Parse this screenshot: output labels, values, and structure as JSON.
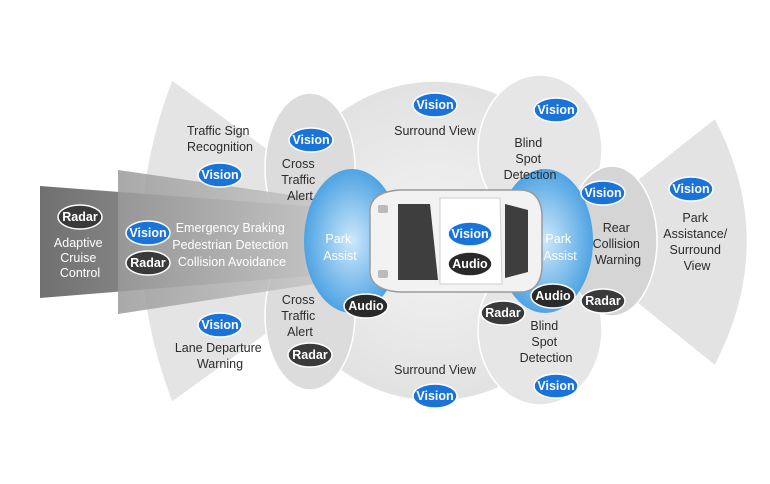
{
  "labels": {
    "adaptive_cruise": [
      "Adaptive",
      "Cruise",
      "Control"
    ],
    "emergency": [
      "Emergency Braking",
      "Pedestrian Detection",
      "Collision Avoidance"
    ],
    "traffic_sign": [
      "Traffic Sign",
      "Recognition"
    ],
    "lane_departure": [
      "Lane Departure",
      "Warning"
    ],
    "cross_traffic_top": [
      "Cross",
      "Traffic",
      "Alert"
    ],
    "cross_traffic_bottom": [
      "Cross",
      "Traffic",
      "Alert"
    ],
    "surround_top": "Surround View",
    "surround_bottom": "Surround View",
    "park_assist_front": [
      "Park",
      "Assist"
    ],
    "park_assist_rear": [
      "Park",
      "Assist"
    ],
    "blind_spot_top": [
      "Blind",
      "Spot",
      "Detection"
    ],
    "blind_spot_bottom": [
      "Blind",
      "Spot",
      "Detection"
    ],
    "rear_collision": [
      "Rear",
      "Collision",
      "Warning"
    ],
    "park_assistance_surround": [
      "Park",
      "Assistance/",
      "Surround",
      "View"
    ]
  },
  "badges": {
    "vision": "Vision",
    "radar": "Radar",
    "audio": "Audio"
  },
  "colors": {
    "vision": "#1a73d9",
    "radar": "#3a3a3a",
    "audio": "#2a2a2a",
    "zone_fill": "#e9e9e9",
    "park_zone": "#5aaee8"
  }
}
